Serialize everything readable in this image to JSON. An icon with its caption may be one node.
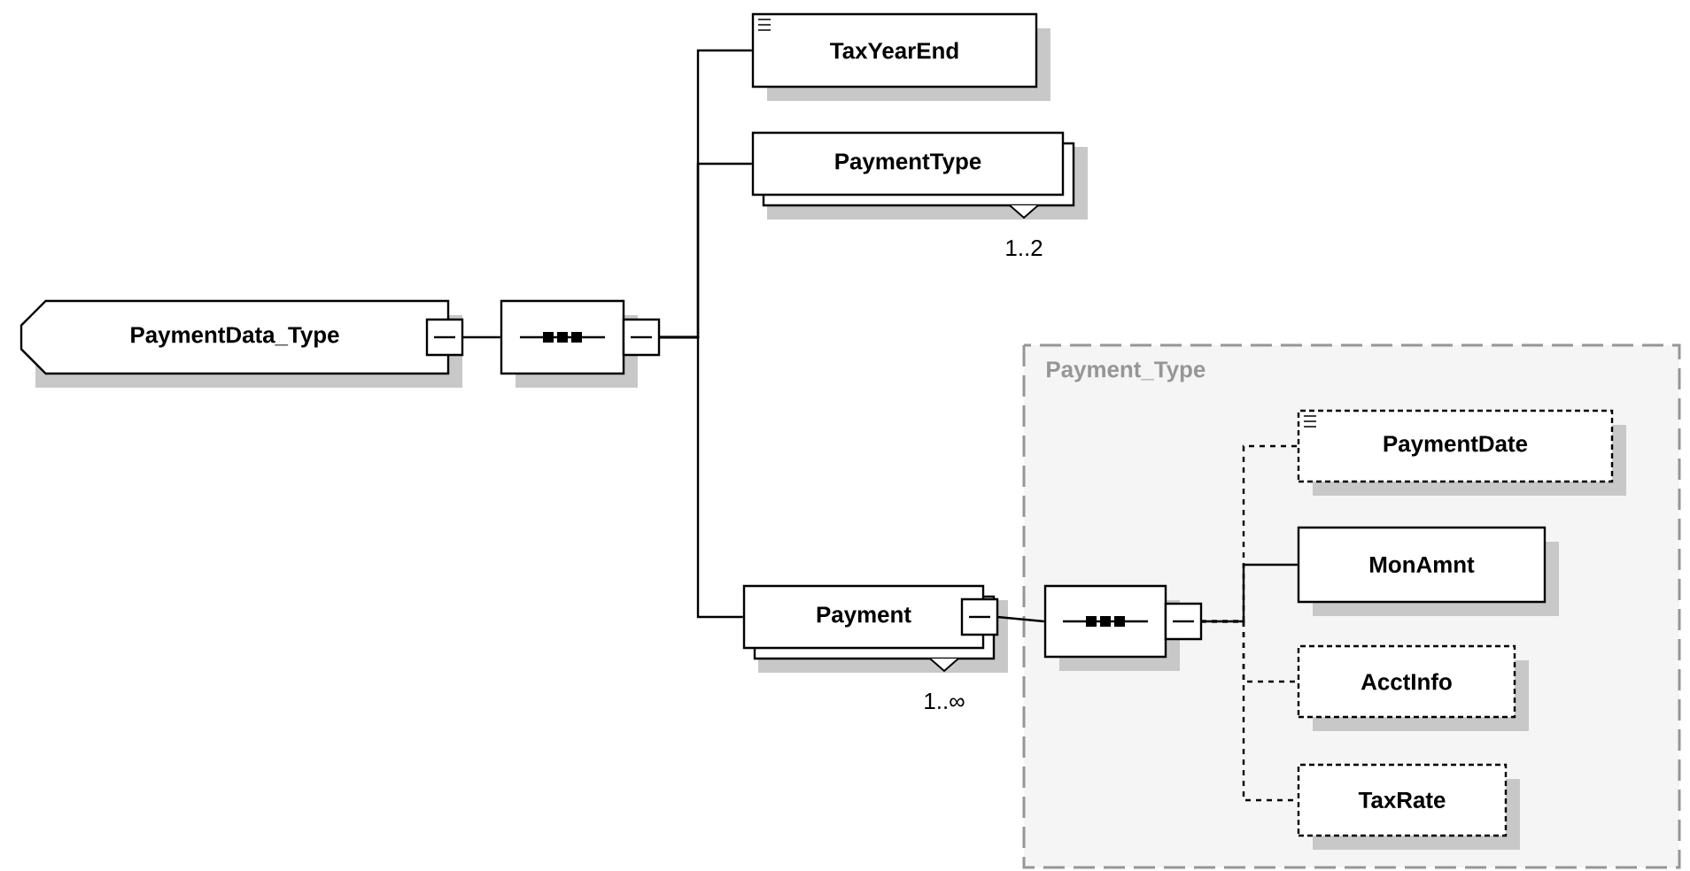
{
  "diagram": {
    "nodes": [
      {
        "text": [
          "PaymentData_Type"
        ]
      },
      {
        "text": [],
        "shape": "octagon"
      },
      {
        "text": [
          "TaxYearEnd"
        ]
      },
      {
        "text": [
          "PaymentType"
        ],
        "beside": [
          "1..2"
        ]
      },
      {
        "text": [
          "Payment"
        ],
        "beside": [
          "1..∞"
        ]
      },
      {
        "text": [
          "Payment_Type"
        ]
      },
      {
        "text": [],
        "shape": "octagon",
        "in": 5
      },
      {
        "text": [
          "PaymentDate"
        ],
        "in": 5
      },
      {
        "text": [
          "MonAmnt"
        ],
        "in": 5
      },
      {
        "text": [
          "AcctInfo"
        ],
        "in": 5
      },
      {
        "text": [
          "TaxRate"
        ],
        "in": 5
      }
    ],
    "edges": [
      {
        "from": 0,
        "to": 1,
        "arrow": "none"
      },
      {
        "from": 1,
        "to": 2,
        "arrow": "none"
      },
      {
        "from": 1,
        "to": 3,
        "arrow": "none"
      },
      {
        "from": 1,
        "to": 4,
        "arrow": "none"
      },
      {
        "from": 4,
        "to": 6,
        "arrow": "none"
      },
      {
        "from": 6,
        "to": 7,
        "arrow": "none",
        "style": "dashed"
      },
      {
        "from": 6,
        "to": 8,
        "arrow": "none"
      },
      {
        "from": 6,
        "to": 9,
        "arrow": "none",
        "style": "dashed"
      },
      {
        "from": 6,
        "to": 10,
        "arrow": "none",
        "style": "dashed"
      }
    ]
  }
}
